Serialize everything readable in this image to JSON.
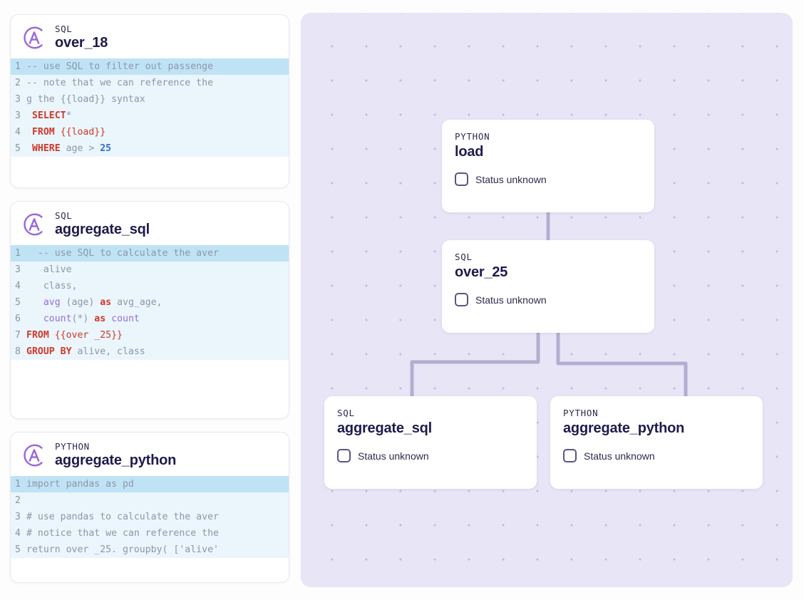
{
  "editors": [
    {
      "kind": "SQL",
      "name": "over_18",
      "logo_icon": "arc-a-logo-icon",
      "lines": [
        {
          "n": "1",
          "active": true,
          "tokens": [
            {
              "t": "-- use SQL to filter out passenge",
              "c": "tk-com"
            }
          ]
        },
        {
          "n": "2",
          "active": false,
          "tokens": [
            {
              "t": "-- note that we can reference the",
              "c": "tk-com"
            }
          ]
        },
        {
          "n": "3",
          "active": false,
          "tokens": [
            {
              "t": "g the {{load}} syntax",
              "c": "tk-com"
            }
          ]
        },
        {
          "n": "3",
          "active": false,
          "tokens": [
            {
              "t": " ",
              "c": "tk-id"
            },
            {
              "t": "SELECT",
              "c": "tk-kw"
            },
            {
              "t": "*",
              "c": "tk-id"
            }
          ]
        },
        {
          "n": "4",
          "active": false,
          "tokens": [
            {
              "t": " ",
              "c": "tk-id"
            },
            {
              "t": "FROM",
              "c": "tk-kw"
            },
            {
              "t": " ",
              "c": "tk-id"
            },
            {
              "t": "{{load}}",
              "c": "tk-pl"
            }
          ]
        },
        {
          "n": "5",
          "active": false,
          "tokens": [
            {
              "t": " ",
              "c": "tk-id"
            },
            {
              "t": "WHERE",
              "c": "tk-kw"
            },
            {
              "t": " age > ",
              "c": "tk-id"
            },
            {
              "t": "25",
              "c": "tk-num"
            }
          ]
        }
      ]
    },
    {
      "kind": "SQL",
      "name": "aggregate_sql",
      "logo_icon": "arc-a-logo-icon",
      "lines": [
        {
          "n": "1",
          "active": true,
          "tokens": [
            {
              "t": "  -- use SQL to calculate the aver",
              "c": "tk-com"
            }
          ]
        },
        {
          "n": "3",
          "active": false,
          "tokens": [
            {
              "t": "   alive",
              "c": "tk-id"
            }
          ]
        },
        {
          "n": "4",
          "active": false,
          "tokens": [
            {
              "t": "   class,",
              "c": "tk-id"
            }
          ]
        },
        {
          "n": "5",
          "active": false,
          "tokens": [
            {
              "t": "   ",
              "c": "tk-id"
            },
            {
              "t": "avg",
              "c": "tk-fn"
            },
            {
              "t": " (age) ",
              "c": "tk-id"
            },
            {
              "t": "as",
              "c": "tk-kw"
            },
            {
              "t": " avg_age,",
              "c": "tk-id"
            }
          ]
        },
        {
          "n": "6",
          "active": false,
          "tokens": [
            {
              "t": "   ",
              "c": "tk-id"
            },
            {
              "t": "count",
              "c": "tk-fn"
            },
            {
              "t": "(*) ",
              "c": "tk-id"
            },
            {
              "t": "as",
              "c": "tk-kw"
            },
            {
              "t": " ",
              "c": "tk-id"
            },
            {
              "t": "count",
              "c": "tk-fn"
            }
          ]
        },
        {
          "n": "7",
          "active": false,
          "tokens": [
            {
              "t": "FROM",
              "c": "tk-kw"
            },
            {
              "t": " ",
              "c": "tk-id"
            },
            {
              "t": "{{over _25}}",
              "c": "tk-pl"
            }
          ]
        },
        {
          "n": "8",
          "active": false,
          "tokens": [
            {
              "t": "GROUP BY",
              "c": "tk-kw"
            },
            {
              "t": " alive, class",
              "c": "tk-id"
            }
          ]
        }
      ]
    },
    {
      "kind": "PYTHON",
      "name": "aggregate_python",
      "logo_icon": "arc-a-logo-icon",
      "lines": [
        {
          "n": "1",
          "active": true,
          "tokens": [
            {
              "t": "import pandas as pd",
              "c": "tk-id"
            }
          ]
        },
        {
          "n": "2",
          "active": false,
          "tokens": [
            {
              "t": "",
              "c": "tk-id"
            }
          ]
        },
        {
          "n": "3",
          "active": false,
          "tokens": [
            {
              "t": "# use pandas to calculate the aver",
              "c": "tk-com"
            }
          ]
        },
        {
          "n": "4",
          "active": false,
          "tokens": [
            {
              "t": "# notice that we can reference the",
              "c": "tk-com"
            }
          ]
        },
        {
          "n": "5",
          "active": false,
          "tokens": [
            {
              "t": "return over _25. groupby( ['alive'",
              "c": "tk-id"
            }
          ]
        }
      ]
    }
  ],
  "dag": {
    "nodes": [
      {
        "id": "load",
        "kind": "PYTHON",
        "name": "load",
        "status": "Status unknown"
      },
      {
        "id": "over_25",
        "kind": "SQL",
        "name": "over_25",
        "status": "Status unknown"
      },
      {
        "id": "aggregate_sql",
        "kind": "SQL",
        "name": "aggregate_sql",
        "status": "Status unknown"
      },
      {
        "id": "aggregate_python",
        "kind": "PYTHON",
        "name": "aggregate_python",
        "status": "Status unknown"
      }
    ],
    "edges": [
      {
        "from": "load",
        "to": "over_25"
      },
      {
        "from": "over_25",
        "to": "aggregate_sql"
      },
      {
        "from": "over_25",
        "to": "aggregate_python"
      }
    ]
  },
  "colors": {
    "accent_purple": "#9a6ad8",
    "panel_bg": "#e7e5f6",
    "code_bg": "#eaf6fb",
    "code_active": "#bfe3f5",
    "edge": "#b3aed1",
    "text_dark": "#1e1b4b",
    "keyword_red": "#d0372a",
    "number_blue": "#2f6fd0"
  }
}
